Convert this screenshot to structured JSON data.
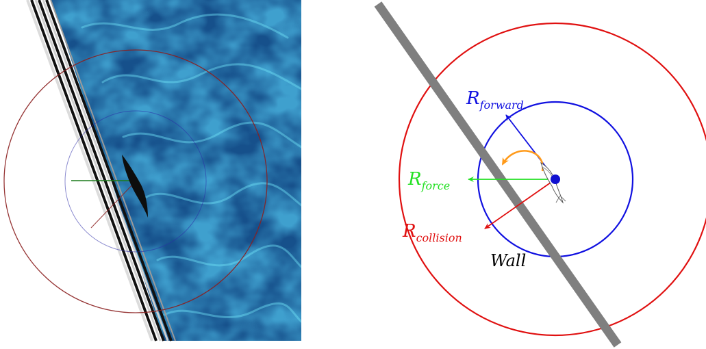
{
  "left_panel": {
    "background_colors": {
      "water_deep": "#0f3f78",
      "water_mid": "#1f74b4",
      "water_caustic": "#5fd6f2",
      "wall_stripe_dark": "#111111",
      "wall_stripe_light": "#cfcfcf"
    },
    "overlay_colors": {
      "collision_circle": "#8b1f1f",
      "forward_circle": "#2b2ba8",
      "force_vector": "#1a7a1a"
    },
    "fish_icon": "fish-shadow-icon"
  },
  "right_panel": {
    "labels": {
      "forward": {
        "base": "R",
        "sub": "forward"
      },
      "force": {
        "base": "R",
        "sub": "force"
      },
      "collision": {
        "base": "R",
        "sub": "collision"
      },
      "wall": "Wall"
    },
    "colors": {
      "forward": "#1010e0",
      "force": "#22e022",
      "collision": "#e01010",
      "wall": "#7f7f7f",
      "turn_arrow": "#ff9a1a",
      "fish_marker": "#1010d0",
      "text": "#000000"
    },
    "fish_icon": "fish-icon",
    "turn_icon": "curved-arrow-icon"
  }
}
